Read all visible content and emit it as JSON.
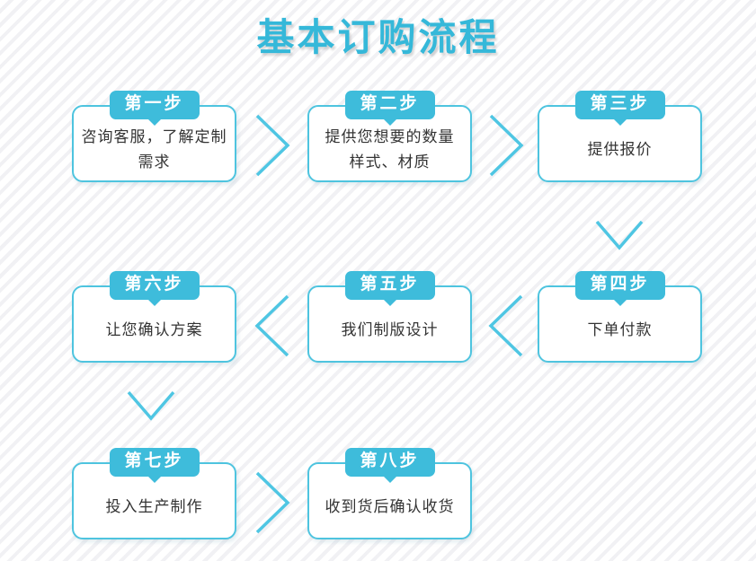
{
  "title": "基本订购流程",
  "colors": {
    "accent": "#35b8d9",
    "badge": "#3ebcdb",
    "border": "#4ec4df",
    "arrow": "#4fc6e3",
    "text": "#333333"
  },
  "steps": [
    {
      "badge": "第一步",
      "text": "咨询客服，了解定制\n需求"
    },
    {
      "badge": "第二步",
      "text": "提供您想要的数量\n样式、材质"
    },
    {
      "badge": "第三步",
      "text": "提供报价"
    },
    {
      "badge": "第四步",
      "text": "下单付款"
    },
    {
      "badge": "第五步",
      "text": "我们制版设计"
    },
    {
      "badge": "第六步",
      "text": "让您确认方案"
    },
    {
      "badge": "第七步",
      "text": "投入生产制作"
    },
    {
      "badge": "第八步",
      "text": "收到货后确认收货"
    }
  ]
}
